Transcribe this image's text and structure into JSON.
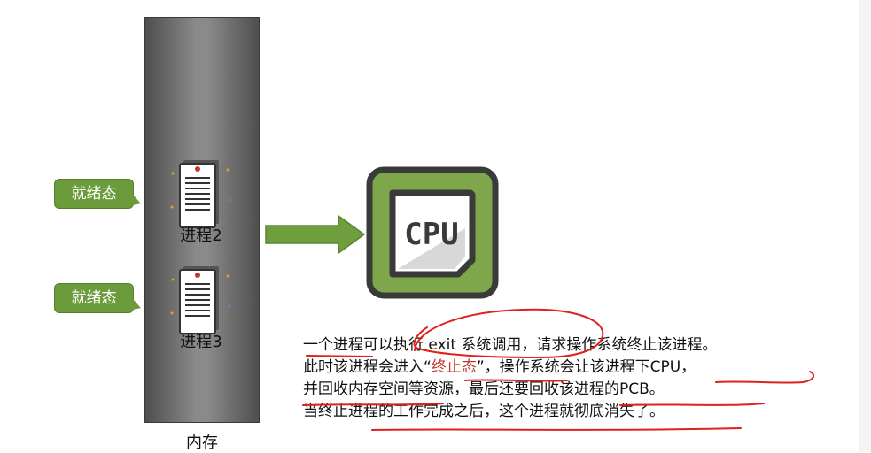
{
  "memory": {
    "label": "内存"
  },
  "processes": [
    {
      "label": "进程2",
      "state": "就绪态"
    },
    {
      "label": "进程3",
      "state": "就绪态"
    }
  ],
  "cpu": {
    "label": "CPU",
    "icon": "cpu-chip-icon"
  },
  "description": {
    "line1": "一个进程可以执行 exit 系统调用，请求操作系统终止该进程。",
    "line2_a": "此时该进程会进入“",
    "line2_hl": "终止态",
    "line2_b": "”，操作系统会让该进程下CPU，",
    "line3": "并回收内存空间等资源，最后还要回收该进程的PCB。",
    "line4": "当终止进程的工作完成之后，这个进程就彻底消失了。"
  },
  "colors": {
    "state_fill": "#6b9b3a",
    "arrow": "#6f9e3e",
    "cpu_body": "#7ea64a",
    "annotation": "#e0201b",
    "highlight_text": "#c0392b"
  }
}
